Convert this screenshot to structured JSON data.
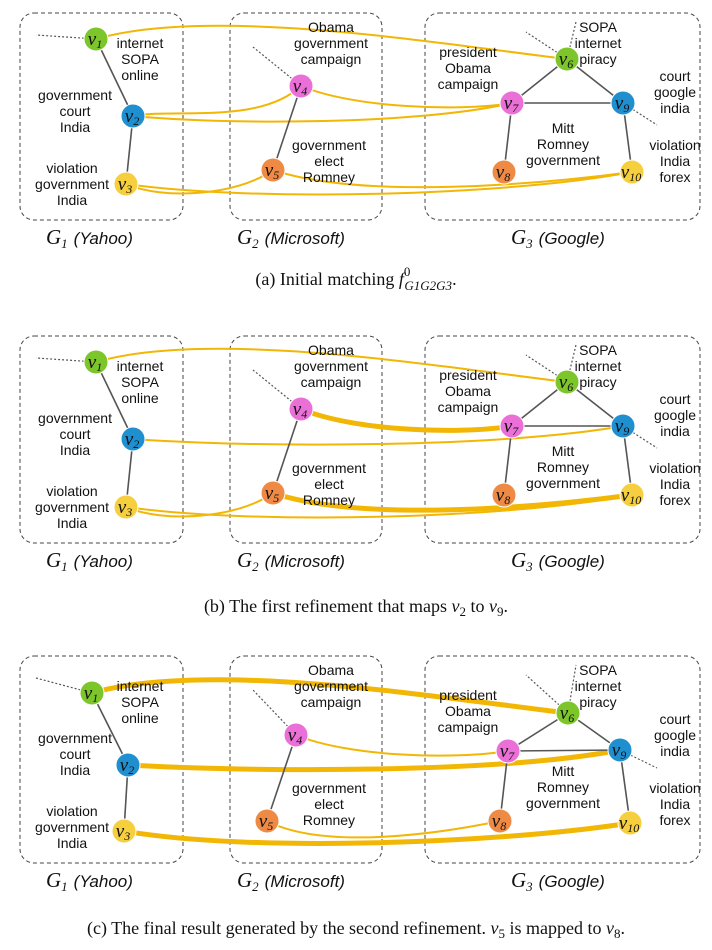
{
  "colors": {
    "match_line": "#f2b705",
    "node_green": "#7cc52a",
    "node_blue": "#1f8fd0",
    "node_pink": "#ea6fd6",
    "node_orange": "#ef8a45",
    "node_yellow": "#f6cf3e"
  },
  "graphs": [
    {
      "symbol": "G",
      "sub": "1",
      "name": "(Yahoo)"
    },
    {
      "symbol": "G",
      "sub": "2",
      "name": "(Microsoft)"
    },
    {
      "symbol": "G",
      "sub": "3",
      "name": "(Google)"
    }
  ],
  "nodes": {
    "v1": {
      "sym": "v",
      "sub": "1",
      "color": "node_green",
      "label": [
        "internet",
        "SOPA",
        "online"
      ]
    },
    "v2": {
      "sym": "v",
      "sub": "2",
      "color": "node_blue",
      "label": [
        "government",
        "court",
        "India"
      ]
    },
    "v3": {
      "sym": "v",
      "sub": "3",
      "color": "node_yellow",
      "label": [
        "violation",
        "government",
        "India"
      ]
    },
    "v4": {
      "sym": "v",
      "sub": "4",
      "color": "node_pink",
      "label": [
        "Obama",
        "government",
        "campaign"
      ]
    },
    "v5": {
      "sym": "v",
      "sub": "5",
      "color": "node_orange",
      "label": [
        "government",
        "elect",
        "Romney"
      ]
    },
    "v6": {
      "sym": "v",
      "sub": "6",
      "color": "node_green",
      "label": [
        "SOPA",
        "internet",
        "piracy"
      ]
    },
    "v7": {
      "sym": "v",
      "sub": "7",
      "color": "node_pink",
      "label": [
        "president",
        "Obama",
        "campaign"
      ]
    },
    "v8": {
      "sym": "v",
      "sub": "8",
      "color": "node_orange",
      "label": [
        "Mitt",
        "Romney",
        "government"
      ]
    },
    "v9": {
      "sym": "v",
      "sub": "9",
      "color": "node_blue",
      "label": [
        "court",
        "google",
        "india"
      ]
    },
    "v10": {
      "sym": "v",
      "sub": "10",
      "color": "node_yellow",
      "label": [
        "violation",
        "India",
        "forex"
      ]
    }
  },
  "edges": [
    [
      "v1",
      "v2"
    ],
    [
      "v2",
      "v3"
    ],
    [
      "v4",
      "v5"
    ],
    [
      "v6",
      "v7"
    ],
    [
      "v6",
      "v9"
    ],
    [
      "v7",
      "v9"
    ],
    [
      "v7",
      "v8"
    ],
    [
      "v9",
      "v10"
    ]
  ],
  "panels": [
    {
      "caption_prefix": "(a)  Initial matching ",
      "caption_math": "f",
      "caption_sup": "0",
      "caption_sub": "G1G2G3",
      "caption_suffix": ".",
      "matches": [
        {
          "from": "v1",
          "to": "v6",
          "bold": false
        },
        {
          "from": "v2",
          "to": "v4",
          "bold": false
        },
        {
          "from": "v2",
          "to": "v7",
          "bold": false
        },
        {
          "from": "v4",
          "to": "v7",
          "bold": false
        },
        {
          "from": "v3",
          "to": "v5",
          "bold": false
        },
        {
          "from": "v3",
          "to": "v10",
          "bold": false
        },
        {
          "from": "v5",
          "to": "v10",
          "bold": false
        }
      ]
    },
    {
      "caption_prefix": "(b)  The first refinement that maps ",
      "caption_v1": "v",
      "caption_v1_sub": "2",
      "caption_mid": " to ",
      "caption_v2": "v",
      "caption_v2_sub": "9",
      "caption_suffix": ".",
      "matches": [
        {
          "from": "v1",
          "to": "v6",
          "bold": false
        },
        {
          "from": "v4",
          "to": "v7",
          "bold": true
        },
        {
          "from": "v2",
          "to": "v9",
          "bold": false
        },
        {
          "from": "v3",
          "to": "v5",
          "bold": false
        },
        {
          "from": "v5",
          "to": "v10",
          "bold": true
        },
        {
          "from": "v3",
          "to": "v10",
          "bold": false
        }
      ]
    },
    {
      "caption_prefix": "(c)  The final result generated by the second refinement. ",
      "caption_v1": "v",
      "caption_v1_sub": "5",
      "caption_mid": " is mapped to ",
      "caption_v2": "v",
      "caption_v2_sub": "8",
      "caption_suffix": ".",
      "matches": [
        {
          "from": "v1",
          "to": "v6",
          "bold": true
        },
        {
          "from": "v2",
          "to": "v9",
          "bold": true
        },
        {
          "from": "v3",
          "to": "v10",
          "bold": true
        },
        {
          "from": "v4",
          "to": "v7",
          "bold": false
        },
        {
          "from": "v5",
          "to": "v8",
          "bold": false
        }
      ]
    }
  ]
}
